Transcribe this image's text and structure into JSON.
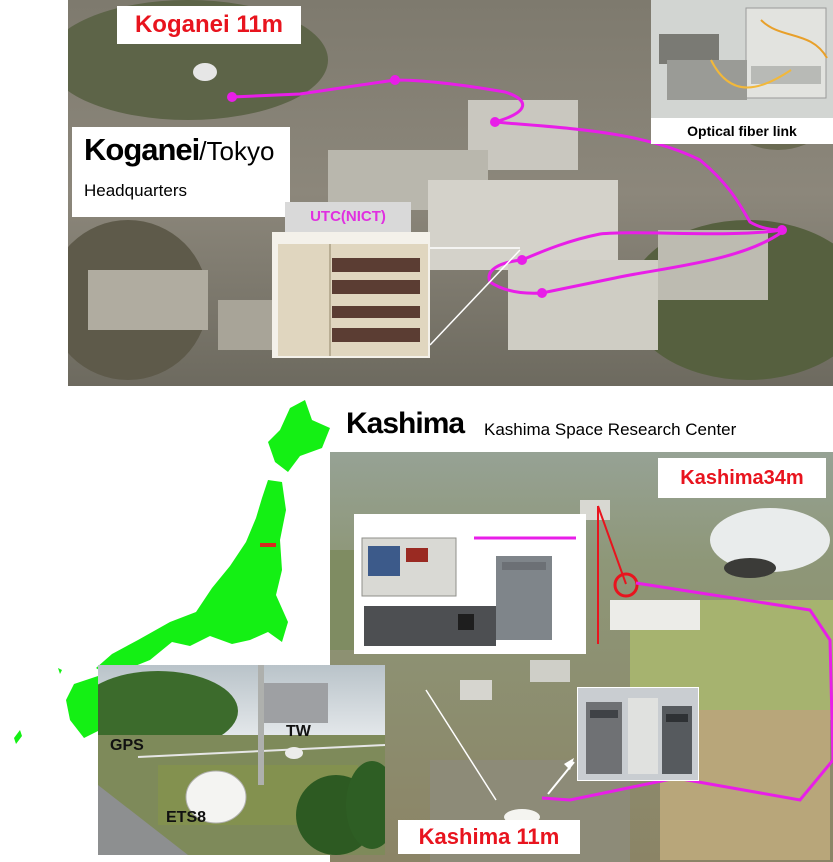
{
  "koganei": {
    "antenna_label": "Koganei 11m",
    "site_name": "Koganei",
    "site_suffix": "/Tokyo",
    "subtitle": "Headquarters",
    "utc_label": "UTC(NICT)",
    "fiber_label": "Optical fiber link"
  },
  "kashima": {
    "site_name": "Kashima",
    "subtitle": "Kashima Space Research Center",
    "antenna34_label": "Kashima34m",
    "antenna11_label": "Kashima 11m",
    "gps_label": "GPS",
    "tw_label": "TW",
    "ets8_label": "ETS8"
  },
  "colors": {
    "fiber_route": "#e81ee8",
    "label_red": "#e8141e",
    "utc_text": "#e030e0",
    "map_land": "#14f014"
  }
}
